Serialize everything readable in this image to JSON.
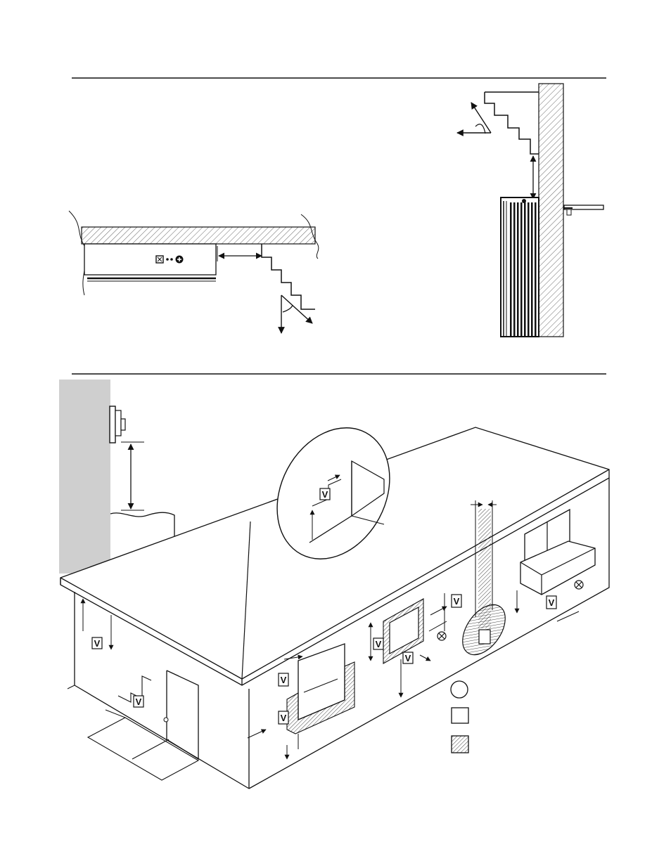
{
  "figures": [
    {
      "id": "fig-top-left",
      "description_markers": {
        "controls": "⊠ • • ⊕"
      }
    },
    {
      "id": "fig-top-right"
    },
    {
      "id": "fig-bottom-house",
      "markers": {
        "valve_letter": "V",
        "excluded_symbol": "⊗"
      },
      "legend": [
        {
          "shape": "circle"
        },
        {
          "shape": "square"
        },
        {
          "shape": "hatched-square"
        }
      ]
    }
  ],
  "colors": {
    "ink": "#111111",
    "hatch": "#555555",
    "panel_gray": "#cfcfcf",
    "paper": "#ffffff"
  },
  "icons": [
    "valve-marker-icon",
    "excluded-x-icon",
    "control-knob-icon",
    "arrow-icon"
  ]
}
